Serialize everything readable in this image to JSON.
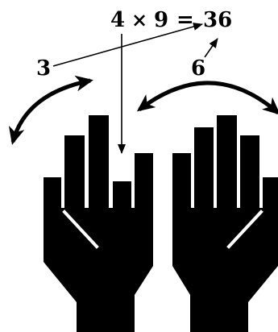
{
  "equation": {
    "left_operand": "4",
    "operator": "×",
    "right_operand": "9",
    "equals": "=",
    "result": "36"
  },
  "labels": {
    "tens_count": "3",
    "ones_count": "6"
  },
  "icons": {
    "left_rotate_arrow": "curved-double-arrow-icon",
    "right_rotate_arrow": "curved-double-arrow-icon",
    "left_hand": "hand-silhouette-icon",
    "right_hand": "hand-silhouette-icon"
  },
  "colors": {
    "ink": "#000000",
    "background": "#ffffff"
  }
}
